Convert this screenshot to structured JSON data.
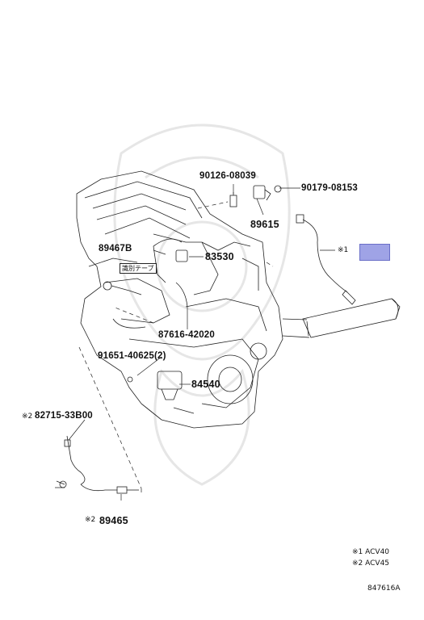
{
  "parts": {
    "p1": "90126-08039",
    "p2": "90179-08153",
    "p3": "89615",
    "p4": "89467B",
    "p5": "83530",
    "p6": "87616-42020",
    "p7": "91651-40625(2)",
    "p8": "84540",
    "p9": "82715-33B00",
    "p10": "89465"
  },
  "marks": {
    "m1": "※1",
    "m2": "※2",
    "m3": "※2"
  },
  "tape_label": "識別テープ",
  "legend": {
    "l1": "※1 ACV40",
    "l2": "※2 ACV45"
  },
  "diagram_code": "847616A",
  "colors": {
    "highlight": "#9fa3e6",
    "line": "#222222"
  }
}
